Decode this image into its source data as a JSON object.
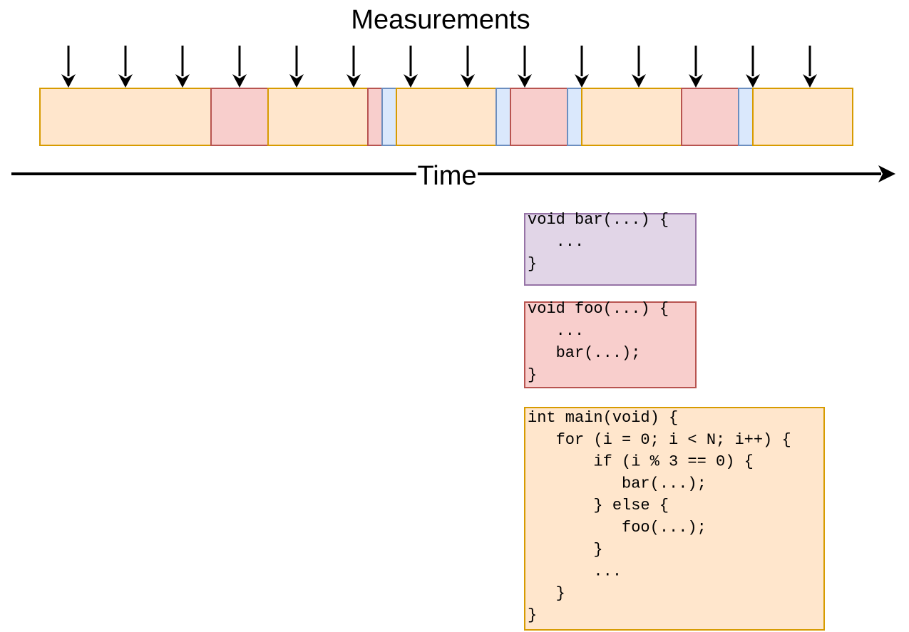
{
  "header": {
    "measurements_label": "Measurements"
  },
  "axis": {
    "time_label": "Time"
  },
  "timeline": {
    "segment_kinds": [
      "main",
      "foo",
      "bar"
    ],
    "segments": [
      {
        "kind": "main",
        "start": 0,
        "end": 12
      },
      {
        "kind": "foo",
        "start": 12,
        "end": 16
      },
      {
        "kind": "main",
        "start": 16,
        "end": 23
      },
      {
        "kind": "foo",
        "start": 23,
        "end": 24
      },
      {
        "kind": "bar",
        "start": 24,
        "end": 25
      },
      {
        "kind": "main",
        "start": 25,
        "end": 32
      },
      {
        "kind": "bar",
        "start": 32,
        "end": 33
      },
      {
        "kind": "foo",
        "start": 33,
        "end": 37
      },
      {
        "kind": "bar",
        "start": 37,
        "end": 38
      },
      {
        "kind": "main",
        "start": 38,
        "end": 45
      },
      {
        "kind": "foo",
        "start": 45,
        "end": 49
      },
      {
        "kind": "bar",
        "start": 49,
        "end": 50
      },
      {
        "kind": "main",
        "start": 50,
        "end": 57
      }
    ],
    "measurement_times": [
      2,
      6,
      10,
      14,
      18,
      22,
      26,
      30,
      34,
      38,
      42,
      46,
      50,
      54
    ]
  },
  "code_blocks": [
    {
      "function": "bar",
      "lines": [
        "void bar(...) {",
        "   ...",
        "}"
      ]
    },
    {
      "function": "foo",
      "lines": [
        "void foo(...) {",
        "   ...",
        "   bar(...);",
        "}"
      ]
    },
    {
      "function": "main",
      "lines": [
        "int main(void) {",
        "   for (i = 0; i < N; i++) {",
        "       if (i % 3 == 0) {",
        "          bar(...);",
        "       } else {",
        "          foo(...);",
        "       }",
        "       ...",
        "   }",
        "}"
      ]
    }
  ],
  "colors": {
    "main_fill": "#ffe6cc",
    "main_stroke": "#d79b00",
    "foo_fill": "#f8cecc",
    "foo_stroke": "#b85450",
    "bar_fill": "#dae8fc",
    "bar_stroke": "#6c8ebf",
    "bar_code_fill": "#e1d5e7",
    "bar_code_stroke": "#9673a6",
    "ink": "#000000"
  }
}
